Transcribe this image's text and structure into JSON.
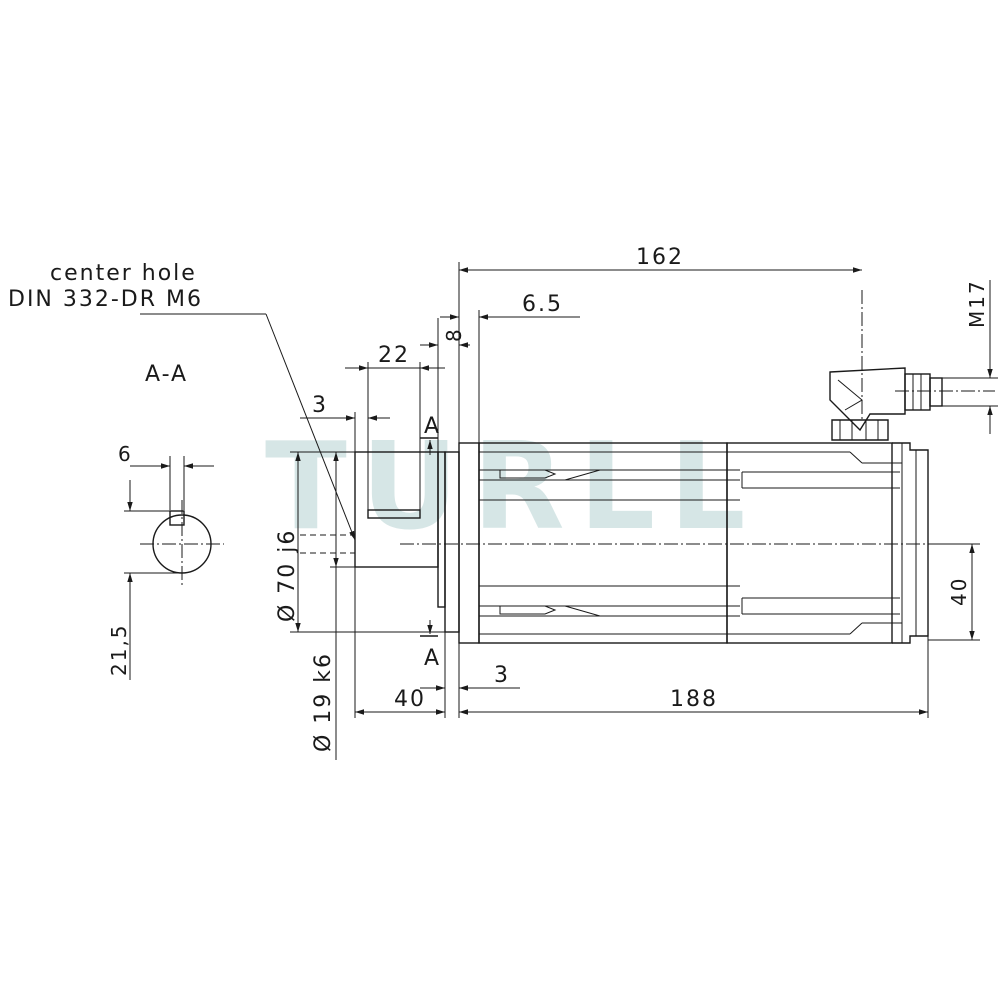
{
  "watermark": {
    "text": "TURLL",
    "color": "#d6e6e6"
  },
  "section_label": "A-A",
  "callout": {
    "line1": "center hole",
    "line2": "DIN 332-DR M6"
  },
  "section_marks": {
    "top": "A",
    "bottom": "A"
  },
  "dimensions": {
    "overall_to_connector": "162",
    "flange_thickness": "6.5",
    "dim_8": "8",
    "key_length": "22",
    "key_offset": "3",
    "pilot_diameter": "Ø 70 j6",
    "shaft_diameter": "Ø 19 k6",
    "shaft_length": "40",
    "pilot_depth": "3",
    "body_length": "188",
    "connector_thread": "M17",
    "connector_height": "40",
    "key_width": "6",
    "key_depth": "21,5"
  }
}
